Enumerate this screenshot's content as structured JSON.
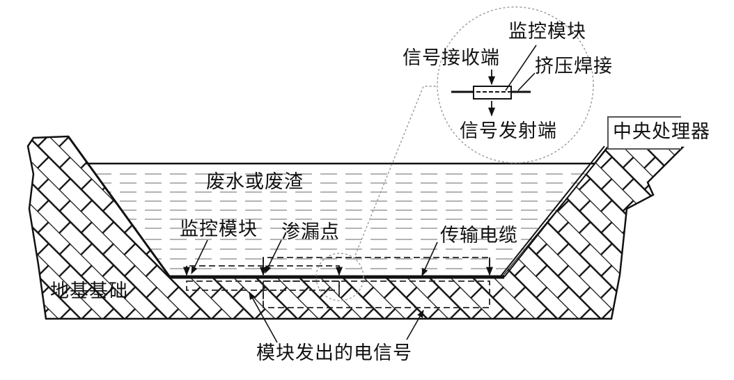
{
  "diagram": {
    "title": "",
    "labels": {
      "central_processor": "中央处理器",
      "waste": "废水或废渣",
      "monitor_module": "监控模块",
      "leak_point": "渗漏点",
      "cable": "传输电缆",
      "foundation": "地基基础",
      "module_signal": "模块发出的电信号"
    },
    "detail_inset": {
      "monitor_module": "监控模块",
      "signal_receive": "信号接收端",
      "crimp_weld": "挤压焊接",
      "signal_transmit": "信号发射端"
    },
    "colors": {
      "line": "#111111",
      "dashed_fill_lines": "#9a9a9a",
      "background": "#ffffff"
    }
  }
}
